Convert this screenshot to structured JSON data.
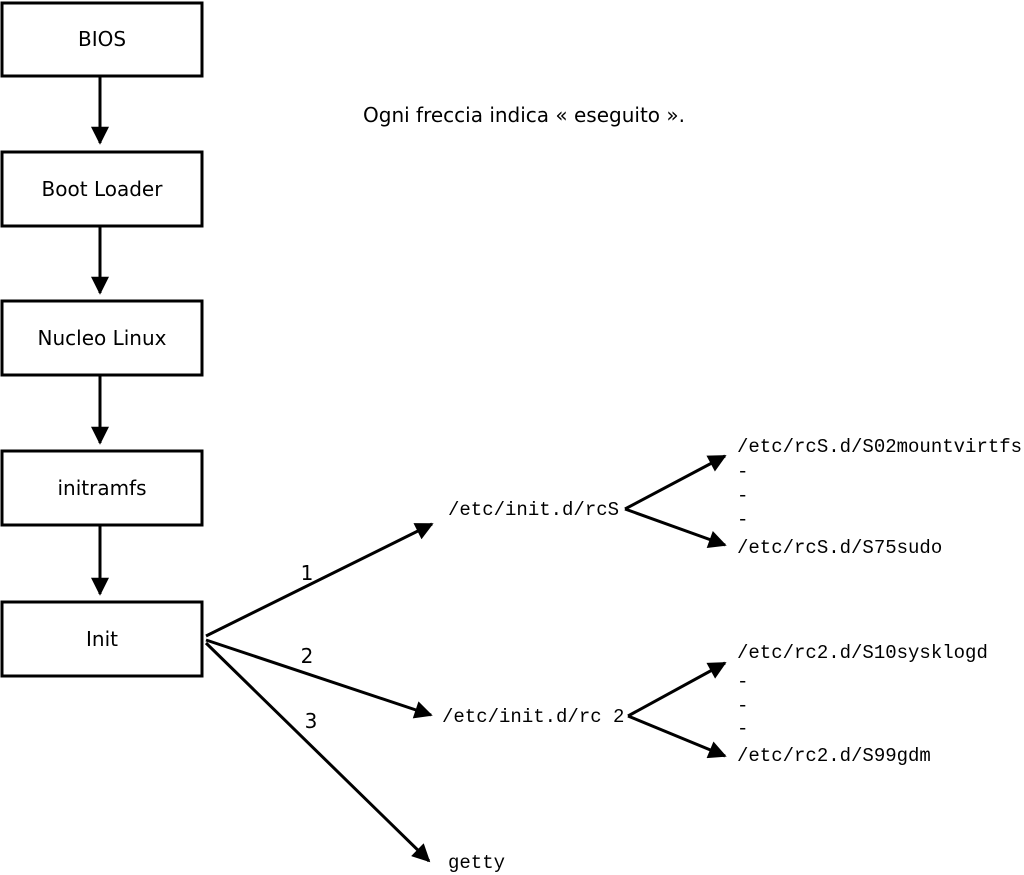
{
  "caption": "Ogni freccia indica « eseguito ».",
  "boxes": [
    {
      "label": "BIOS"
    },
    {
      "label": "Boot Loader"
    },
    {
      "label": "Nucleo Linux"
    },
    {
      "label": "initramfs"
    },
    {
      "label": "Init"
    }
  ],
  "branches": [
    {
      "number": "1",
      "target": "/etc/init.d/rcS"
    },
    {
      "number": "2",
      "target": "/etc/init.d/rc 2"
    },
    {
      "number": "3",
      "target": "getty"
    }
  ],
  "rcs_scripts": [
    "/etc/rcS.d/S02mountvirtfs",
    "-",
    "-",
    "-",
    "/etc/rcS.d/S75sudo"
  ],
  "rc2_scripts": [
    "/etc/rc2.d/S10sysklogd",
    "-",
    "-",
    "-",
    "/etc/rc2.d/S99gdm"
  ],
  "colors": {
    "line": "#000000",
    "background": "#ffffff"
  }
}
